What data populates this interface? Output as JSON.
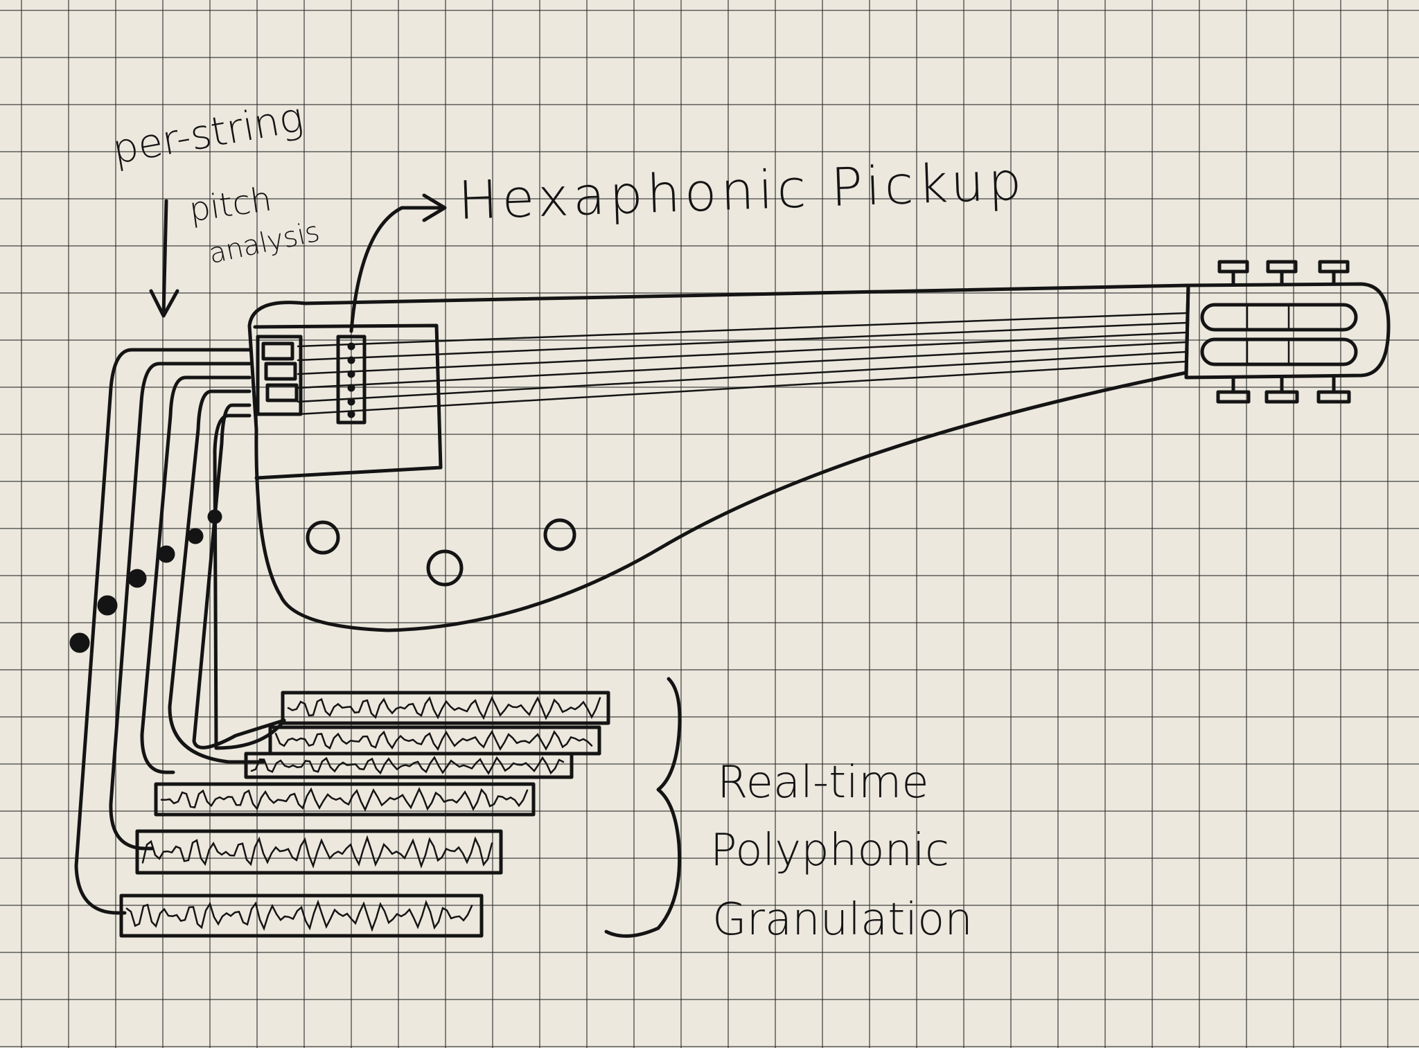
{
  "labels": {
    "per_string": "per-string",
    "pitch": "pitch",
    "analysis": "analysis",
    "hexaphonic_pickup": "Hexaphonic Pickup",
    "realtime_line1": "Real-time",
    "realtime_line2": "Polyphonic",
    "realtime_line3": "Granulation"
  },
  "diagram": {
    "string_count": 6,
    "tuning_pegs_per_side": 3,
    "sound_holes": 3,
    "waveform_strips": 6
  },
  "colors": {
    "ink": "#141414",
    "paper": "#ece8de",
    "grid": "#3a3a3a"
  }
}
